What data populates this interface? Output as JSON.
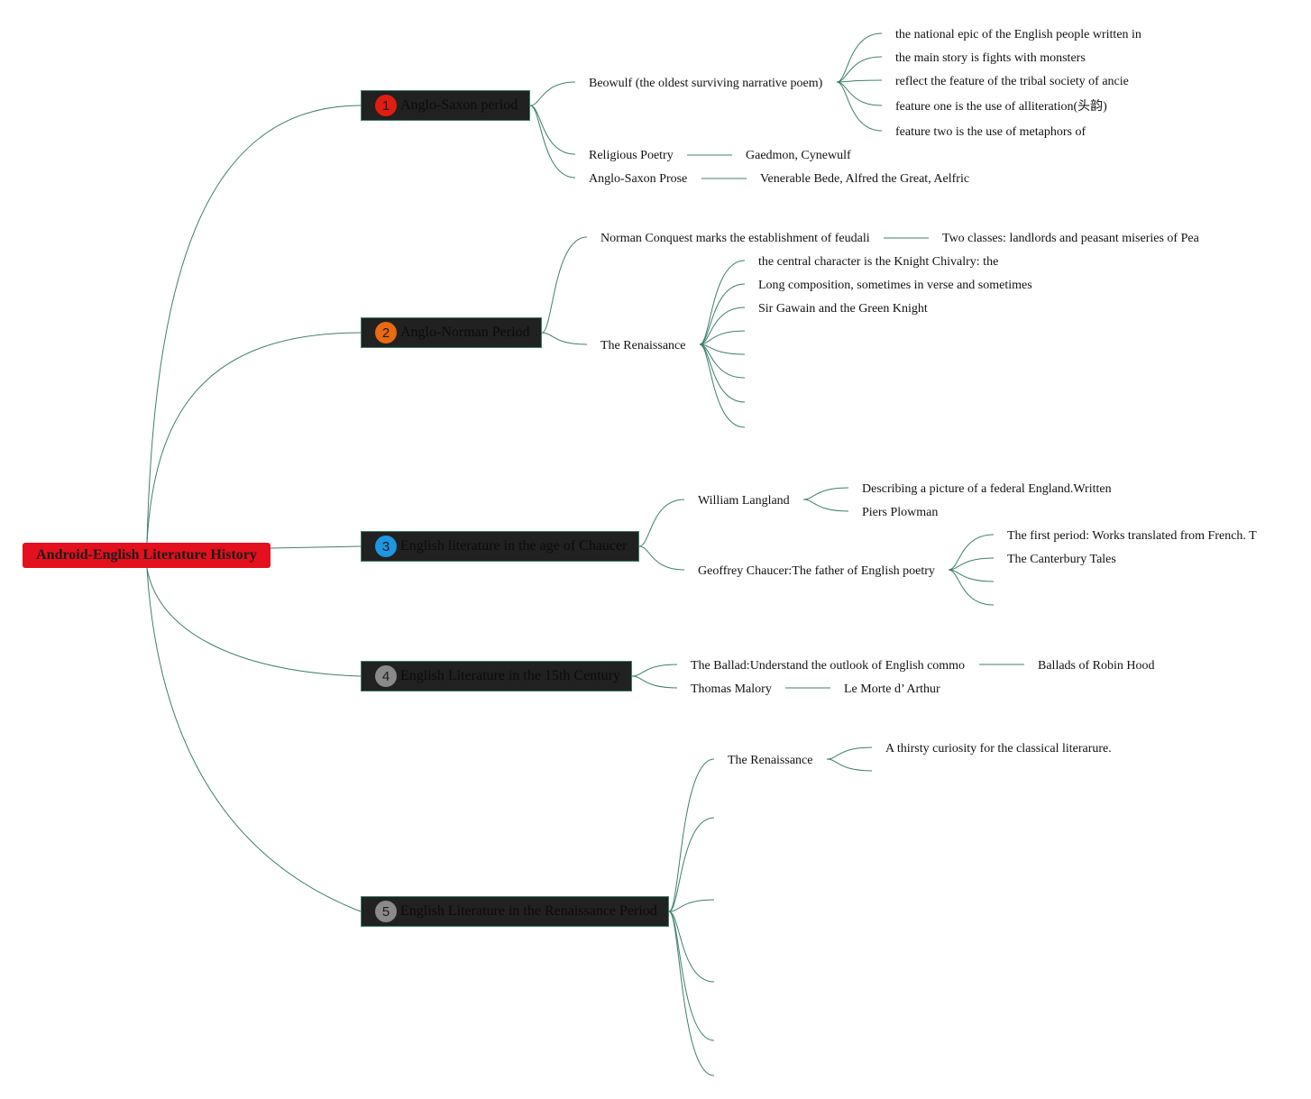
{
  "colors": {
    "root": "#e3101d",
    "branch_fill": "#202120",
    "line": "#3e7f6f",
    "badge_1": "#e01d12",
    "badge_2": "#e86a12",
    "badge_3": "#1e96e0",
    "badge_4": "#8a8a8a",
    "badge_5": "#8a8a8a"
  },
  "root": {
    "label": "Android-English Literature History"
  },
  "branches": [
    {
      "number": "1",
      "label": "Anglo-Saxon period"
    },
    {
      "number": "2",
      "label": "Anglo-Norman Period"
    },
    {
      "number": "3",
      "label": "English literature in the age of Chaucer"
    },
    {
      "number": "4",
      "label": "English Literature in the 15th Century"
    },
    {
      "number": "5",
      "label": "English Literature in the Renaissance Period"
    }
  ],
  "nodes": {
    "beowulf": "Beowulf (the oldest surviving narrative poem)",
    "beowulf_epic": "the national epic of the English people written in",
    "beowulf_story": "the main story is fights with monsters",
    "beowulf_tribal": "reflect the feature of the tribal society of ancie",
    "beowulf_feature_one": "feature one is the use of alliteration(头韵)",
    "beowulf_feature_two": "feature two is the use of metaphors of",
    "religious_poetry": "Religious Poetry",
    "religious_poets": "Gaedmon, Cynewulf",
    "saxon_prose": "Anglo-Saxon Prose",
    "prose_writers": "Venerable Bede, Alfred the Great, Aelfric",
    "norman_conquest": "Norman Conquest marks the establishment of feudali",
    "two_classes": "Two classes: landlords and peasant miseries of Pea",
    "renaissance_norman": "The Renaissance",
    "knight_chivalry": "the central character is the Knight Chivalry: the",
    "long_composition": "Long composition, sometimes in verse and sometimes",
    "sir_gawain": "Sir Gawain and the Green Knight",
    "william_langland": "William Langland",
    "federal_england": "Describing a picture of a federal England.Written",
    "piers_plowman": "Piers Plowman",
    "geoffrey_chaucer": "Geoffrey Chaucer:The father of English poetry",
    "first_period": "The first period: Works translated from French. T",
    "canterbury_tales": "The Canterbury Tales",
    "ballad": "The Ballad:Understand the outlook of English commo",
    "robin_hood": "Ballads of Robin Hood",
    "thomas_malory": "Thomas Malory",
    "le_morte": "Le Morte d’ Arthur",
    "renaissance_period": "The Renaissance",
    "thirsty_curiosity": "A thirsty curiosity for the classical literarure."
  }
}
